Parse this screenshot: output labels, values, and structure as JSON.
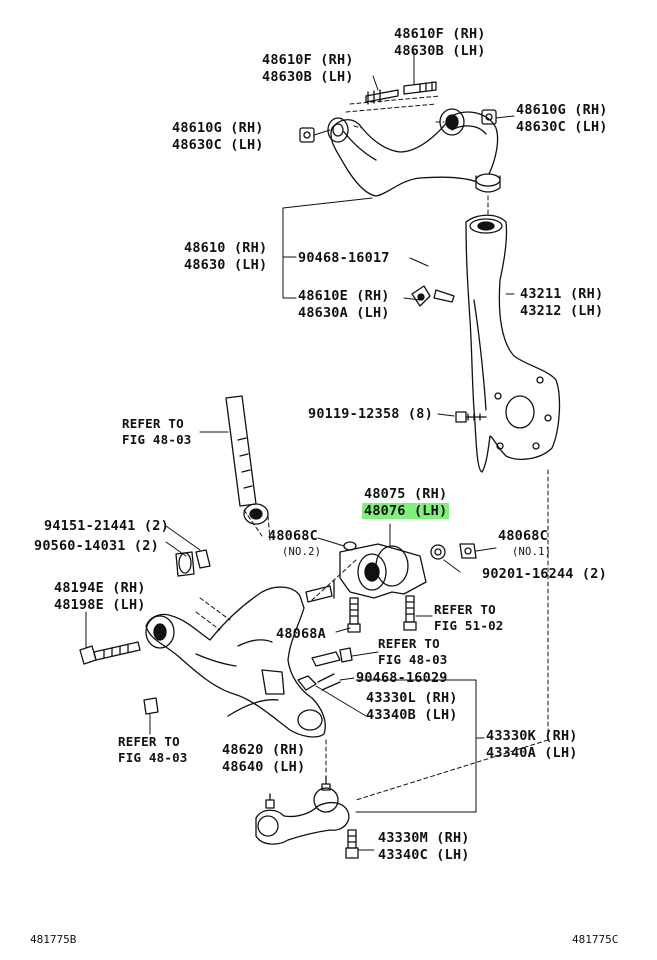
{
  "labels": {
    "p48610f_top": [
      "48610F (RH)",
      "48630B (LH)"
    ],
    "p48610f_left": [
      "48610F (RH)",
      "48630B (LH)"
    ],
    "p48610g_right": [
      "48610G (RH)",
      "48630C (LH)"
    ],
    "p48610g_left": [
      "48610G (RH)",
      "48630C (LH)"
    ],
    "p48610": [
      "48610 (RH)",
      "48630 (LH)"
    ],
    "p90468_16017": "90468-16017",
    "p48610e": [
      "48610E (RH)",
      "48630A (LH)"
    ],
    "p43211": [
      "43211 (RH)",
      "43212 (LH)"
    ],
    "p90119": "90119-12358 (8)",
    "refer_48_03_upper": [
      "REFER TO",
      "FIG 48-03"
    ],
    "p48075": "48075 (RH)",
    "p48076": "48076 (LH)",
    "p94151": "94151-21441 (2)",
    "p90560": "90560-14031 (2)",
    "p48068c_left": "48068C",
    "no2": "(NO.2)",
    "p48068c_right": "48068C",
    "no1": "(NO.1)",
    "p90201": "90201-16244 (2)",
    "p48194e": [
      "48194E (RH)",
      "48198E (LH)"
    ],
    "refer_51_02": [
      "REFER TO",
      "FIG 51-02"
    ],
    "p48068a": "48068A",
    "refer_48_03_mid": [
      "REFER TO",
      "FIG 48-03"
    ],
    "p90468_16029": "90468-16029",
    "p43330l": [
      "43330L (RH)",
      "43340B (LH)"
    ],
    "refer_48_03_lower": [
      "REFER TO",
      "FIG 48-03"
    ],
    "p48620": [
      "48620 (RH)",
      "48640 (LH)"
    ],
    "p43330k": [
      "43330K (RH)",
      "43340A (LH)"
    ],
    "p43330m": [
      "43330M (RH)",
      "43340C (LH)"
    ]
  },
  "footer": {
    "left": "481775B",
    "right": "481775C"
  },
  "highlight_color": "#7ff07a"
}
